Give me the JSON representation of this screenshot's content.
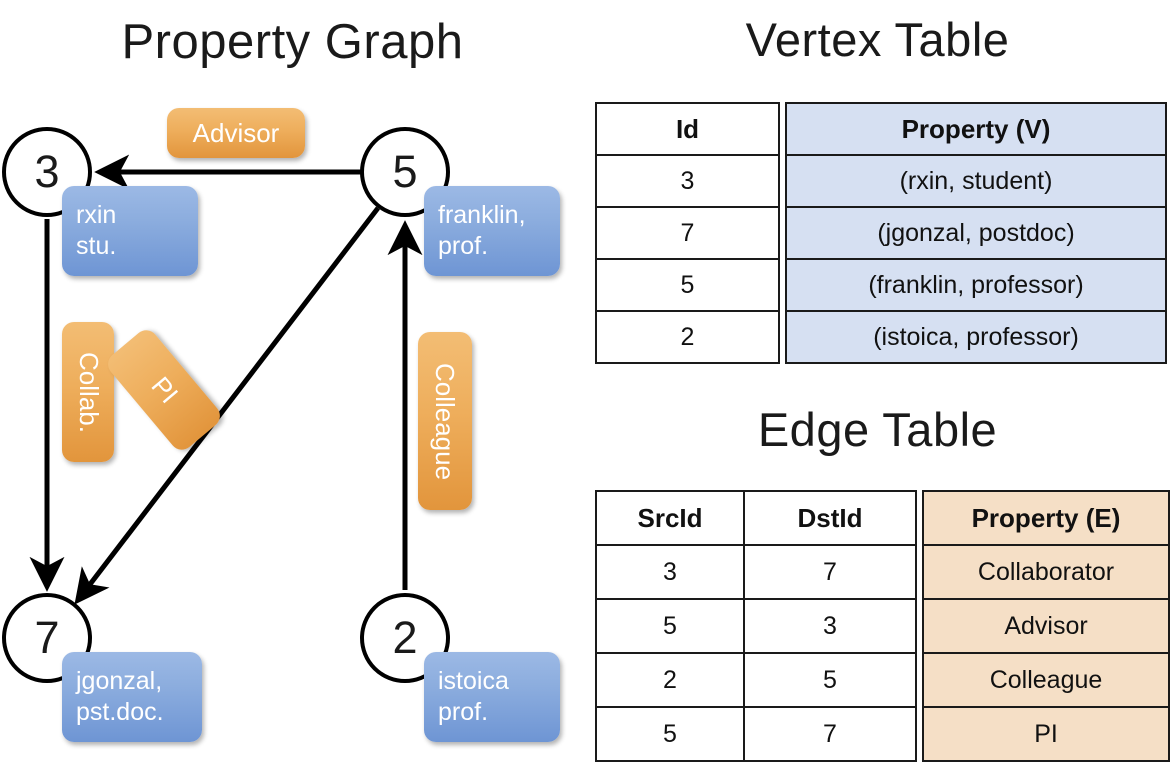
{
  "graph": {
    "title": "Property Graph",
    "nodes": [
      {
        "id": "3",
        "label_lines": "rxin\nstu.",
        "line1": "rxin",
        "line2": "stu."
      },
      {
        "id": "5",
        "label_lines": "franklin,\nprof.",
        "line1": "franklin,",
        "line2": "prof."
      },
      {
        "id": "7",
        "label_lines": "jgonzal,\npst.doc.",
        "line1": "jgonzal,",
        "line2": "pst.doc."
      },
      {
        "id": "2",
        "label_lines": "istoica\nprof.",
        "line1": "istoica",
        "line2": "prof."
      }
    ],
    "edge_labels": [
      {
        "name": "advisor",
        "text": "Advisor"
      },
      {
        "name": "collab",
        "text": "Collab."
      },
      {
        "name": "pi",
        "text": "PI"
      },
      {
        "name": "colleague",
        "text": "Colleague"
      }
    ],
    "colors": {
      "vertex_box": "#8cadde",
      "edge_box": "#eeae5c",
      "stroke": "#000000"
    }
  },
  "vertex_table": {
    "title": "Vertex Table",
    "headers": [
      "Id",
      "Property (V)"
    ],
    "rows": [
      {
        "id": "3",
        "property": "(rxin, student)"
      },
      {
        "id": "7",
        "property": "(jgonzal, postdoc)"
      },
      {
        "id": "5",
        "property": "(franklin, professor)"
      },
      {
        "id": "2",
        "property": "(istoica, professor)"
      }
    ],
    "accent": "#d6e0f2"
  },
  "edge_table": {
    "title": "Edge Table",
    "headers": [
      "SrcId",
      "DstId",
      "Property (E)"
    ],
    "rows": [
      {
        "src": "3",
        "dst": "7",
        "property": "Collaborator"
      },
      {
        "src": "5",
        "dst": "3",
        "property": "Advisor"
      },
      {
        "src": "2",
        "dst": "5",
        "property": "Colleague"
      },
      {
        "src": "5",
        "dst": "7",
        "property": "PI"
      }
    ],
    "accent": "#f5dfc6"
  }
}
